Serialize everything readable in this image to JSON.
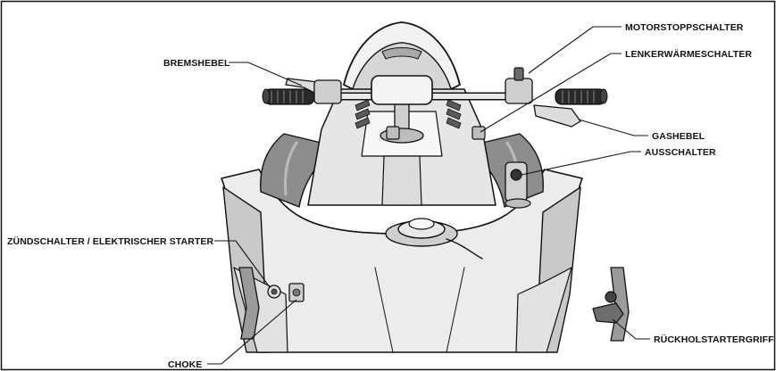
{
  "callouts": {
    "motorstopp": "MOTORSTOPPSCHALTER",
    "lenkerwaerme": "LENKERWÄRMESCHALTER",
    "bremshebel": "BREMSHEBEL",
    "gashebel": "GASHEBEL",
    "ausschalter": "AUSSCHALTER",
    "zuendschalter": "ZÜNDSCHALTER / ELEKTRISCHER STARTER",
    "choke": "CHOKE",
    "rueckholstarter": "RÜCKHOLSTARTERGRIFF"
  },
  "colors": {
    "line": "#111111",
    "grip": "#2a2a2a",
    "shade": "#9a9a9a",
    "light": "#d8d8d8"
  }
}
